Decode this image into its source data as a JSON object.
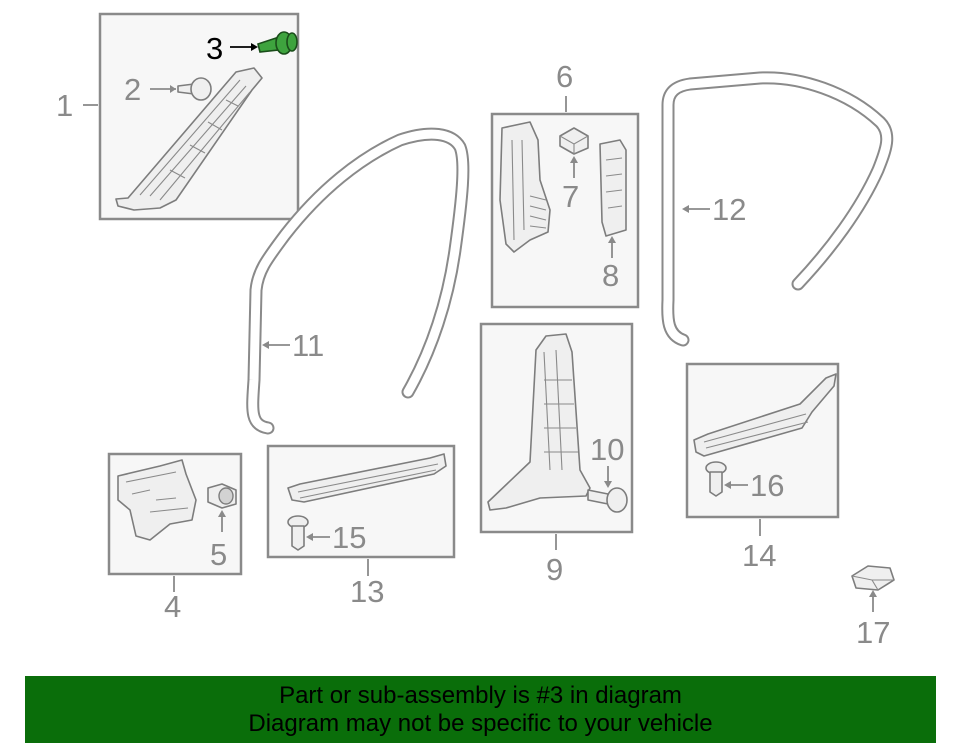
{
  "diagram": {
    "callouts": {
      "c1": "1",
      "c2": "2",
      "c3": "3",
      "c4": "4",
      "c5": "5",
      "c6": "6",
      "c7": "7",
      "c8": "8",
      "c9": "9",
      "c10": "10",
      "c11": "11",
      "c12": "12",
      "c13": "13",
      "c14": "14",
      "c15": "15",
      "c16": "16",
      "c17": "17"
    },
    "highlighted_part": "3",
    "colors": {
      "highlight_part": "#3ea33e",
      "banner": "#0a6e0a",
      "line": "#8a8a8a"
    }
  },
  "banner": {
    "line1": "Part or sub-assembly is #3 in diagram",
    "line2": "Diagram may not be specific to your vehicle"
  }
}
